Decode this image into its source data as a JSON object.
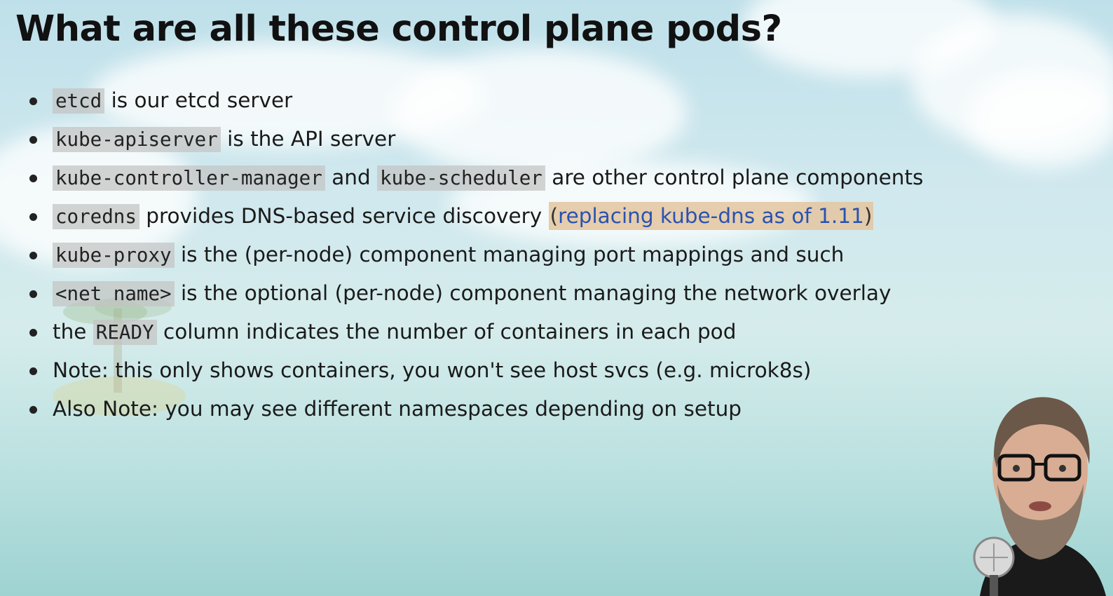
{
  "slide": {
    "title": "What are all these control plane pods?",
    "bullets": [
      {
        "code1": "etcd",
        "text1": " is our etcd server"
      },
      {
        "code1": "kube-apiserver",
        "text1": " is the API server"
      },
      {
        "code1": "kube-controller-manager",
        "text1": " and ",
        "code2": "kube-scheduler",
        "text2": " are other control plane components"
      },
      {
        "code1": "coredns",
        "text1": " provides DNS-based service discovery ",
        "paren_open": "(",
        "link": "replacing kube-dns as of 1.11",
        "paren_close": ")"
      },
      {
        "code1": "kube-proxy",
        "text1": " is the (per-node) component managing port mappings and such"
      },
      {
        "code1": "<net name>",
        "text1": " is the optional (per-node) component managing the network overlay"
      },
      {
        "text0": "the ",
        "code1": "READY",
        "text1": " column indicates the number of containers in each pod"
      },
      {
        "text1": "Note: this only shows containers, you won't see host svcs (e.g. microk8s)"
      },
      {
        "text1": "Also Note: you may see different namespaces depending on setup"
      }
    ]
  },
  "colors": {
    "title": "#111111",
    "text": "#1a1a1a",
    "code_bg": "#c3c3c3",
    "link": "#2a52b0",
    "link_highlight": "#e2c6a2"
  },
  "presenter": {
    "icon": "presenter-webcam"
  }
}
